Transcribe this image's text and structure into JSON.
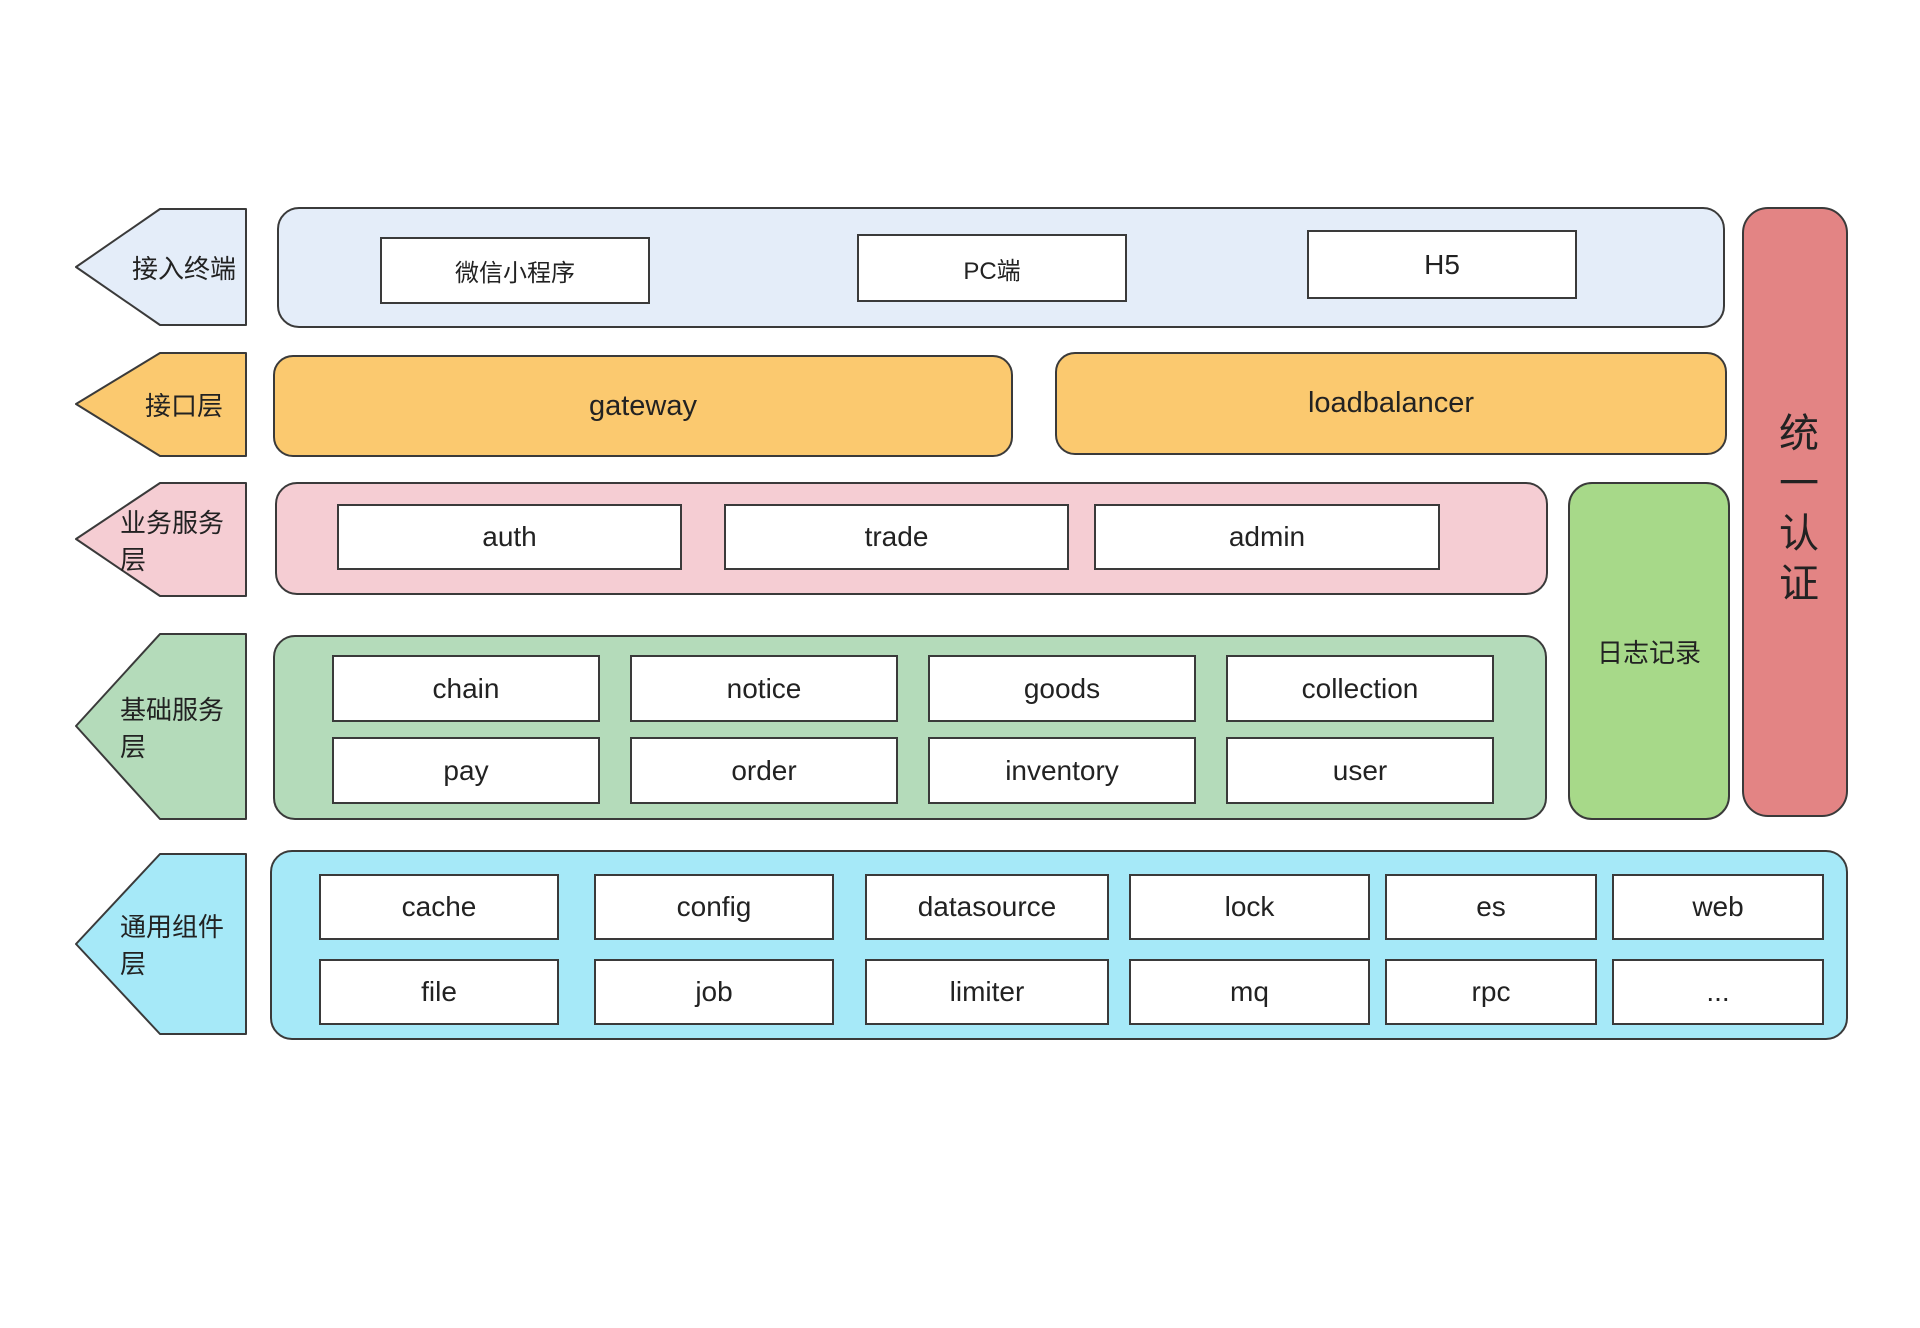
{
  "diagram_title": "layered-architecture",
  "layers": [
    {
      "id": "access",
      "label": "接入终端",
      "boxes": [
        "微信小程序",
        "PC端",
        "H5"
      ]
    },
    {
      "id": "interface",
      "label": "接口层",
      "boxes": [
        "gateway",
        "loadbalancer"
      ]
    },
    {
      "id": "business",
      "label": "业务服务层",
      "boxes": [
        "auth",
        "trade",
        "admin"
      ]
    },
    {
      "id": "basic",
      "label": "基础服务层",
      "rows": [
        [
          "chain",
          "notice",
          "goods",
          "collection"
        ],
        [
          "pay",
          "order",
          "inventory",
          "user"
        ]
      ]
    },
    {
      "id": "common",
      "label": "通用组件层",
      "rows": [
        [
          "cache",
          "config",
          "datasource",
          "lock",
          "es",
          "web"
        ],
        [
          "file",
          "job",
          "limiter",
          "mq",
          "rpc",
          "..."
        ]
      ]
    }
  ],
  "side_blocks": {
    "log": "日志记录",
    "auth": "统一认证"
  },
  "colors": {
    "access_band": "#e4edf9",
    "interface_band": "#fbc96f",
    "business_band": "#f5cdd3",
    "basic_band": "#b4dbba",
    "common_band": "#a6e9f8",
    "log_block": "#a7d989",
    "auth_block": "#e38484",
    "outline": "#3a3a3a",
    "box_fill": "#ffffff"
  }
}
